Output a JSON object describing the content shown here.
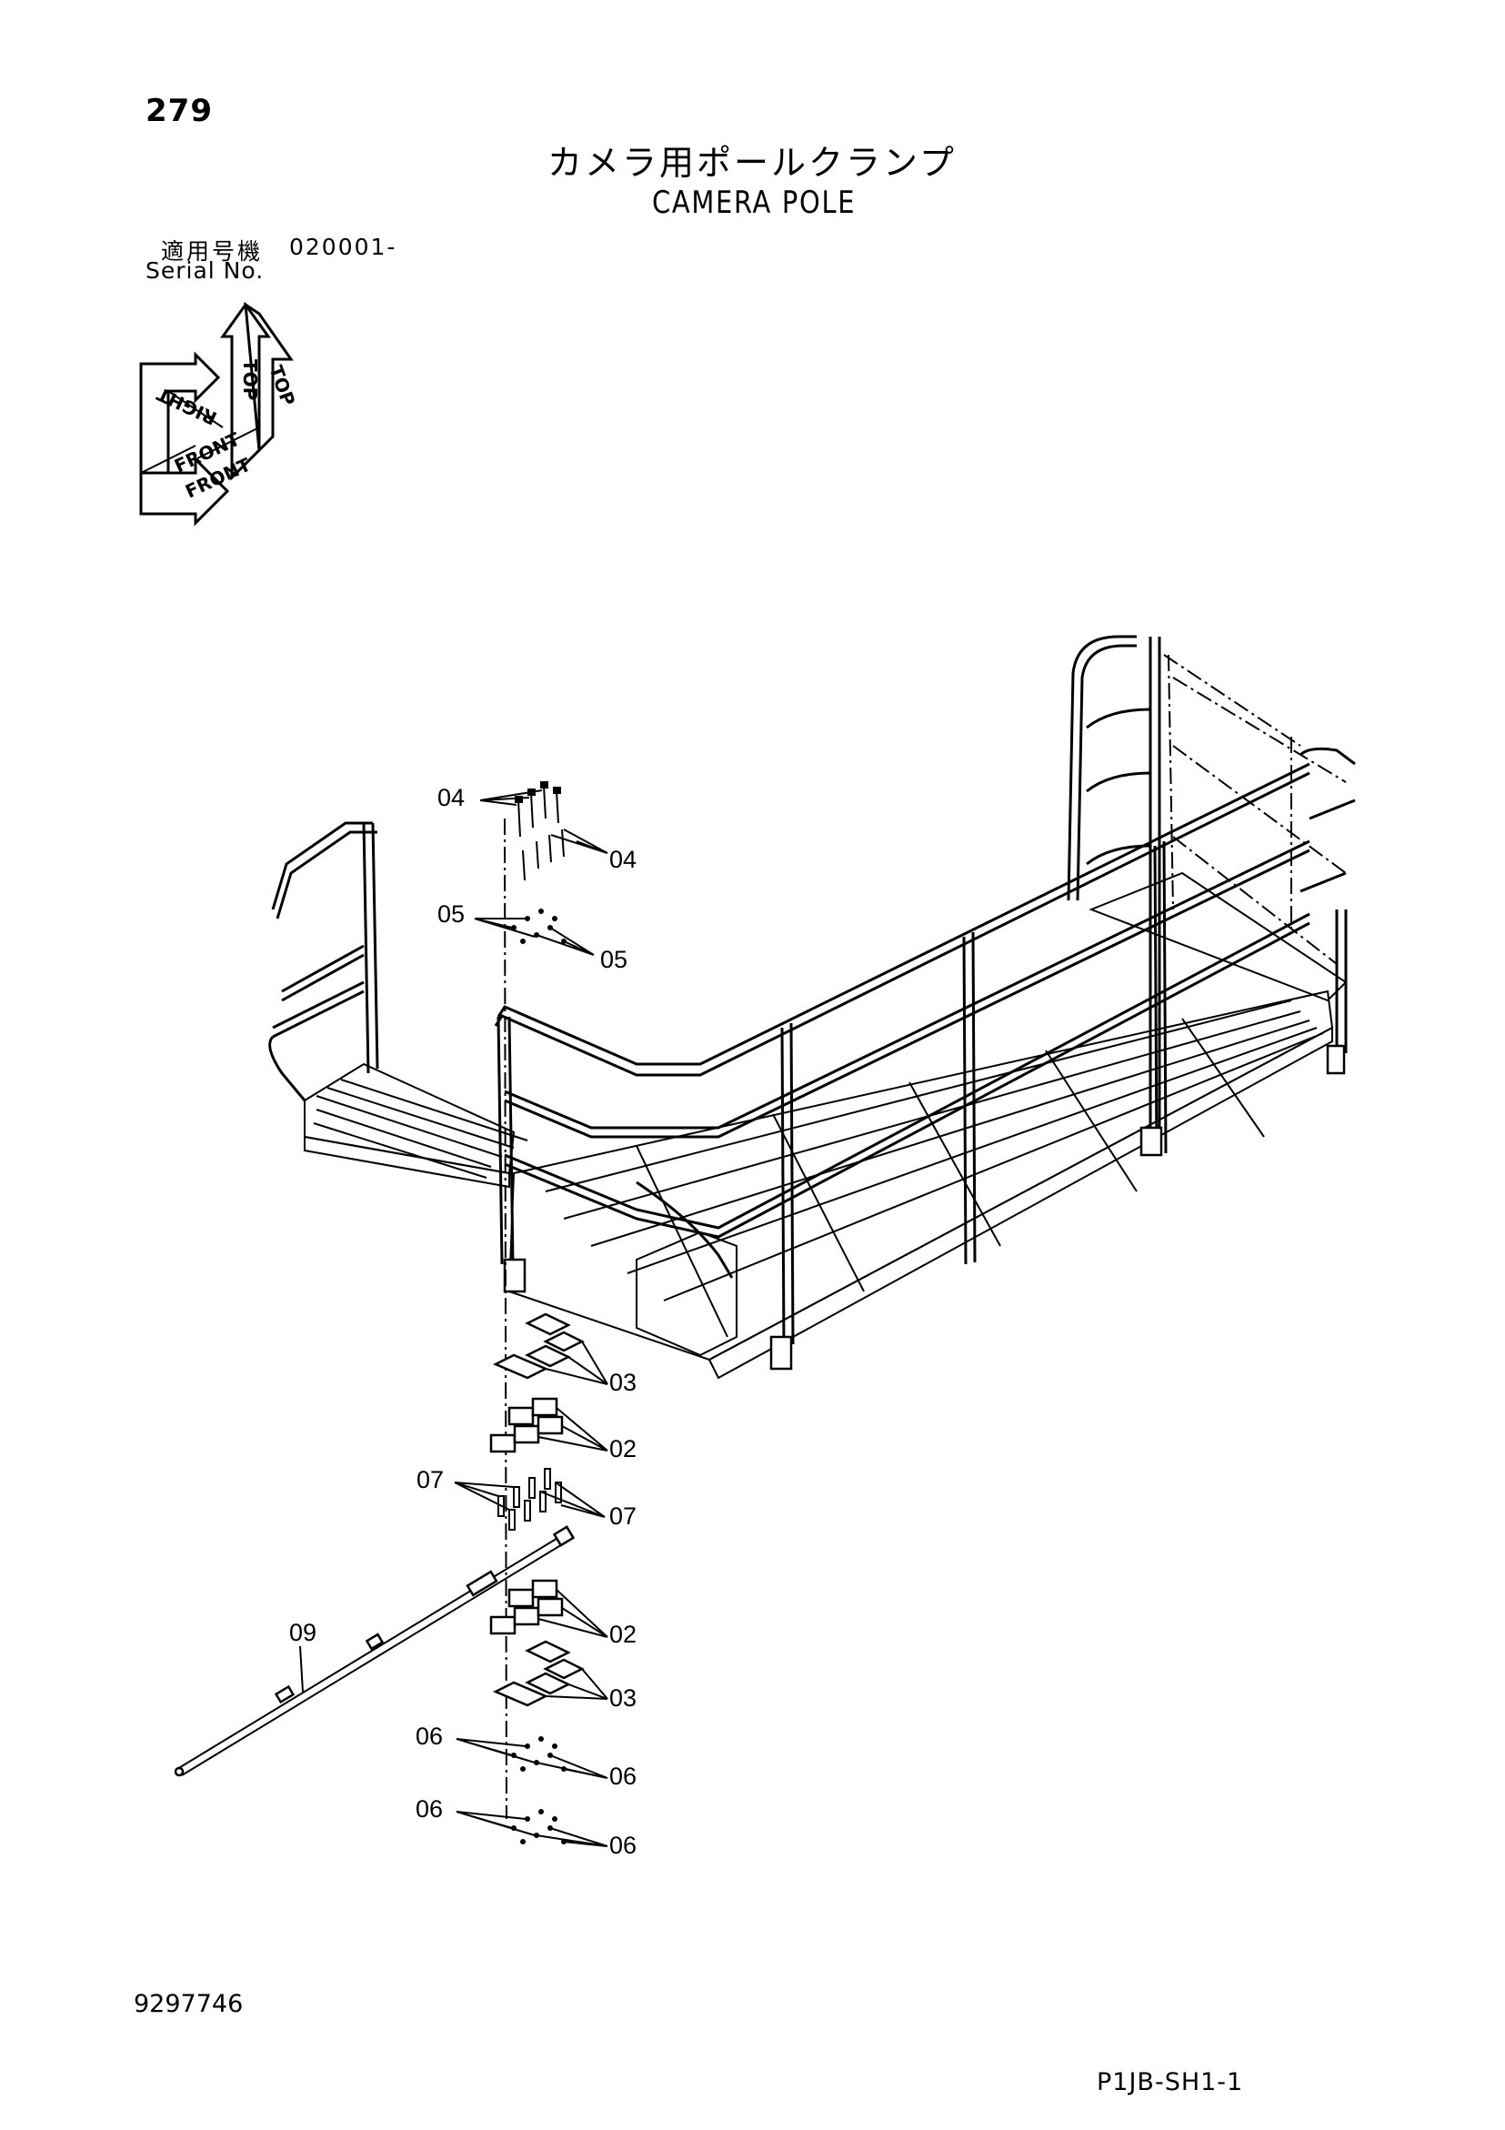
{
  "page_number": "279",
  "title_jp": "カメラ用ポールクランプ",
  "title_en": "CAMERA POLE",
  "serial": {
    "label_jp": "適用号機",
    "value": "020001-",
    "label_en": "Serial No."
  },
  "orientation_cube": {
    "top_labels": [
      "TOP",
      "TOP"
    ],
    "right_label": "RIGHT",
    "front_labels": [
      "FRONT",
      "FRONT"
    ]
  },
  "callouts": [
    {
      "id": "c04a",
      "label": "04"
    },
    {
      "id": "c04b",
      "label": "04"
    },
    {
      "id": "c05a",
      "label": "05"
    },
    {
      "id": "c05b",
      "label": "05"
    },
    {
      "id": "c03a",
      "label": "03"
    },
    {
      "id": "c02a",
      "label": "02"
    },
    {
      "id": "c07a",
      "label": "07"
    },
    {
      "id": "c07b",
      "label": "07"
    },
    {
      "id": "c09",
      "label": "09"
    },
    {
      "id": "c02b",
      "label": "02"
    },
    {
      "id": "c03b",
      "label": "03"
    },
    {
      "id": "c06a",
      "label": "06"
    },
    {
      "id": "c06b",
      "label": "06"
    },
    {
      "id": "c06c",
      "label": "06"
    },
    {
      "id": "c06d",
      "label": "06"
    }
  ],
  "drawing_number": "9297746",
  "sheet_code": "P1JB-SH1-1"
}
